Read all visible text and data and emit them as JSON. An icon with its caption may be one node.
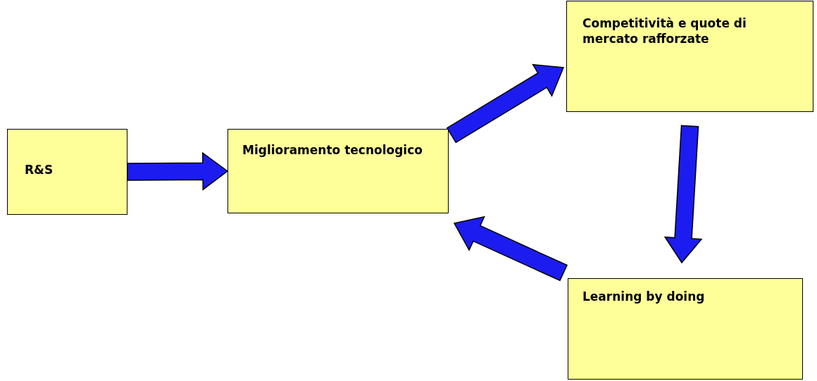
{
  "diagram": {
    "nodes": [
      {
        "text": [
          "R&S"
        ]
      },
      {
        "text": [
          "Miglioramento tecnologico"
        ]
      },
      {
        "text": [
          "Competitività e quote di mercato rafforzate"
        ]
      },
      {
        "text": [
          "Learning by doing"
        ]
      }
    ],
    "edges": [
      {
        "from": 0,
        "to": 1,
        "arrow": "to"
      },
      {
        "from": 1,
        "to": 2,
        "arrow": "to"
      },
      {
        "from": 2,
        "to": 3,
        "arrow": "to"
      },
      {
        "from": 3,
        "to": 1,
        "arrow": "to"
      }
    ]
  }
}
